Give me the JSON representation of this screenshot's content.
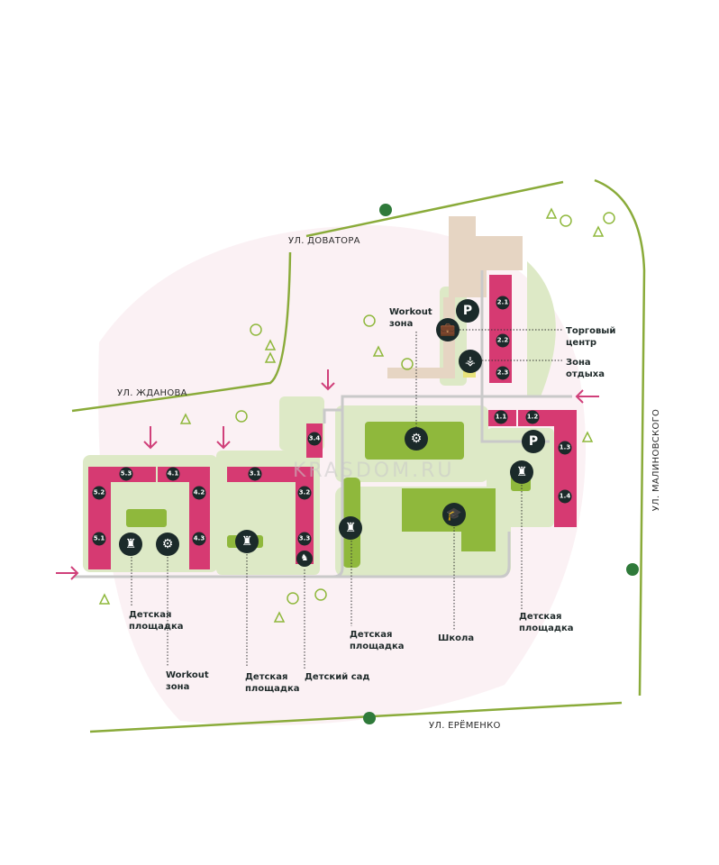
{
  "streets": {
    "dovatora": "УЛ. ДОВАТОРА",
    "zhdanova": "УЛ. ЖДАНОВА",
    "malinovskogo": "УЛ. МАЛИНОВСКОГО",
    "eremenko": "УЛ. ЕРЁМЕНКО"
  },
  "buildings": [
    "5.3",
    "5.2",
    "5.1",
    "4.1",
    "4.2",
    "4.3",
    "3.1",
    "3.2",
    "3.3",
    "3.4",
    "2.1",
    "2.2",
    "2.3",
    "1.1",
    "1.2",
    "1.3",
    "1.4"
  ],
  "labels": {
    "workout_top": "Workout зона",
    "mall": "Торговый центр",
    "rest": "Зона отдыха",
    "playground_1": "Детская площадка",
    "workout_bottom": "Workout зона",
    "playground_2": "Детская площадка",
    "kindergarten": "Детский сад",
    "playground_3": "Детская площадка",
    "school": "Школа",
    "playground_4": "Детская площадка"
  },
  "icons": {
    "parking": "P"
  },
  "watermark": "KRASDOM.RU",
  "colors": {
    "building": "#d63a72",
    "green": "#8fb83c",
    "light_green": "#dde9c6",
    "road": "#c9c9c9",
    "dark": "#1b2a2a",
    "beige": "#e6d5c3",
    "arrow": "#d0407a"
  }
}
